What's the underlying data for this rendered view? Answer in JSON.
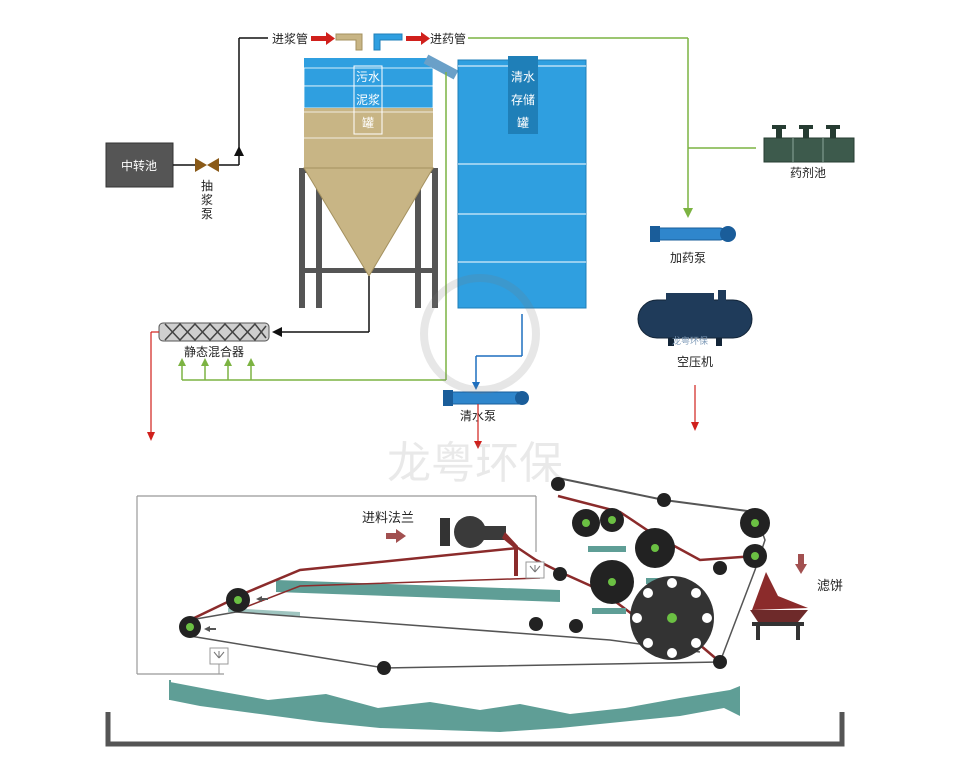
{
  "labels": {
    "transfer_tank": "中转池",
    "pump_line1": "抽",
    "pump_line2": "浆",
    "pump_line3": "泵",
    "slurry_inlet": "进浆管",
    "chem_inlet": "进药管",
    "sludge_tank_l1": "污水",
    "sludge_tank_l2": "泥浆",
    "sludge_tank_l3": "罐",
    "water_tank_l1": "清水",
    "water_tank_l2": "存储",
    "water_tank_l3": "罐",
    "chem_pool": "药剂池",
    "dosing_pump": "加药泵",
    "compressor": "空压机",
    "static_mixer": "静态混合器",
    "clean_pump": "清水泵",
    "feed_flange": "进料法兰",
    "filter_cake": "滤饼"
  },
  "watermark": {
    "text": "龙粤环保",
    "badge_text": "龙粤环保"
  },
  "colors": {
    "sludge": "#c8b585",
    "water": "#2f9fe0",
    "pipe_black": "#111111",
    "pipe_green": "#7cb342",
    "arrow_red": "#d0201c",
    "filtrate": "#5f9e96",
    "belt_dark": "#8b2b2b",
    "roller": "#333333",
    "roller_core": "#6bc043"
  }
}
